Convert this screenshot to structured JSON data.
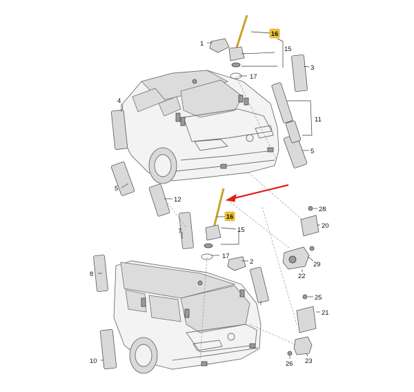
{
  "callouts": {
    "c1": "1",
    "c2": "2",
    "c3": "3",
    "c4": "4",
    "c5a": "5",
    "c5b": "5",
    "c7": "7",
    "c8": "8",
    "c10": "10",
    "c11": "11",
    "c12": "12",
    "c15a": "15",
    "c15b": "15",
    "c16a": "16",
    "c16b": "16",
    "c17a": "17",
    "c17b": "17",
    "c20": "20",
    "c21": "21",
    "c22": "22",
    "c23": "23",
    "c25": "25",
    "c26": "26",
    "c28": "28",
    "c29": "29"
  },
  "colors": {
    "highlight": "#f4c430",
    "arrow": "#e0201a",
    "line": "#6f6f6f"
  }
}
